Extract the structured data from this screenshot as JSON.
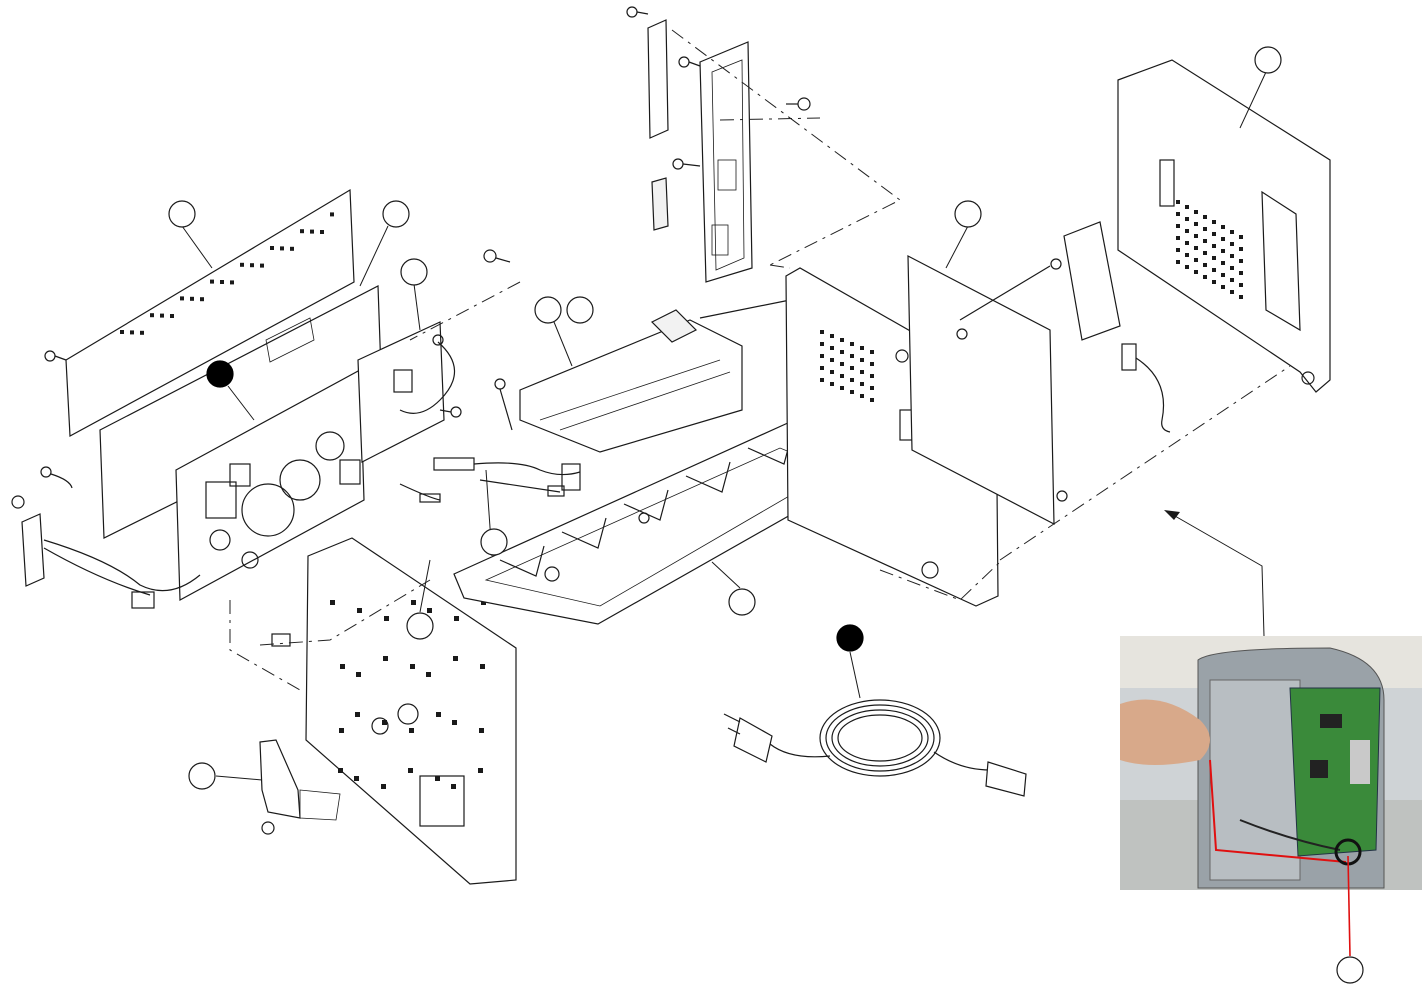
{
  "diagram": {
    "callouts": [
      {
        "id": "c1",
        "filled": false
      },
      {
        "id": "c2",
        "filled": false
      },
      {
        "id": "c3",
        "filled": false
      },
      {
        "id": "c4",
        "filled": true
      },
      {
        "id": "c5",
        "filled": false
      },
      {
        "id": "c6",
        "filled": false
      },
      {
        "id": "c7",
        "filled": false
      },
      {
        "id": "c8",
        "filled": false
      },
      {
        "id": "c9",
        "filled": false
      },
      {
        "id": "c10",
        "filled": false
      },
      {
        "id": "c11",
        "filled": false
      },
      {
        "id": "c12",
        "filled": false
      },
      {
        "id": "c13",
        "filled": true
      },
      {
        "id": "c14",
        "filled": false
      }
    ],
    "colors": {
      "line": "#1a1a1a",
      "photo_board": "#3a8a3a",
      "photo_wire_highlight": "#e01010",
      "photo_chassis": "#9aa2a8"
    },
    "photo_inset": {
      "description_visible": false
    }
  }
}
